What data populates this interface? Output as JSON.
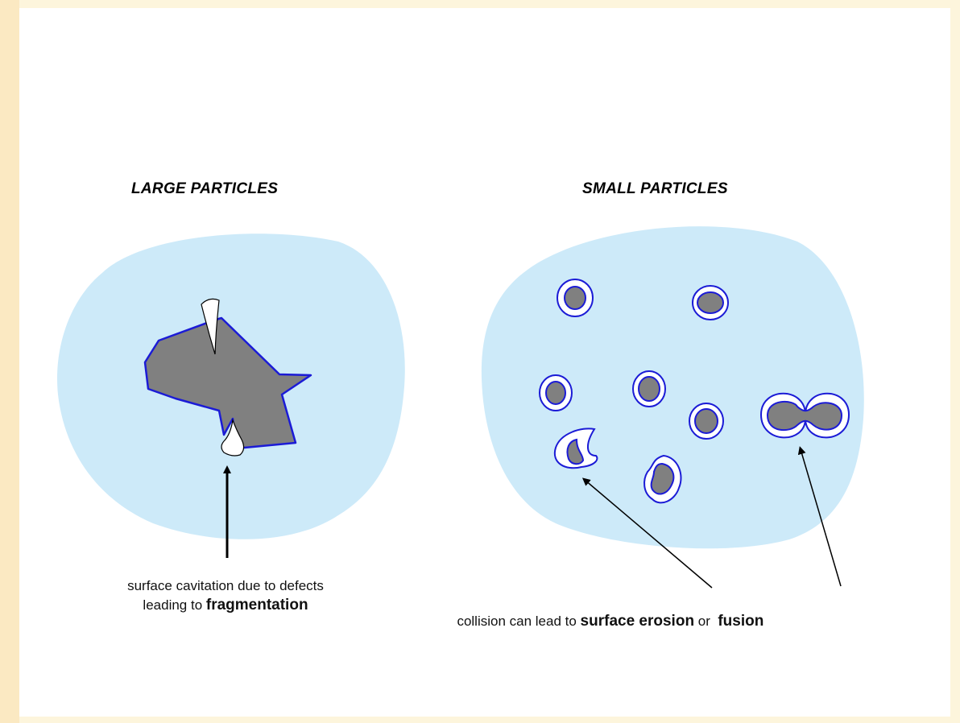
{
  "colors": {
    "medium": "#cdeaf9",
    "particle": "#808080",
    "outline": "#1b1bd6",
    "cavity": "#ffffff",
    "background_border": "#fbe9c2"
  },
  "left_panel": {
    "heading": "LARGE PARTICLES",
    "caption_line1": "surface cavitation due to defects",
    "caption_line2_prefix": "leading to ",
    "caption_line2_bold": "fragmentation"
  },
  "right_panel": {
    "heading": "SMALL PARTICLES",
    "caption_prefix": "collision can lead to ",
    "caption_bold1": "surface erosion",
    "caption_mid": " or  ",
    "caption_bold2": "fusion"
  }
}
